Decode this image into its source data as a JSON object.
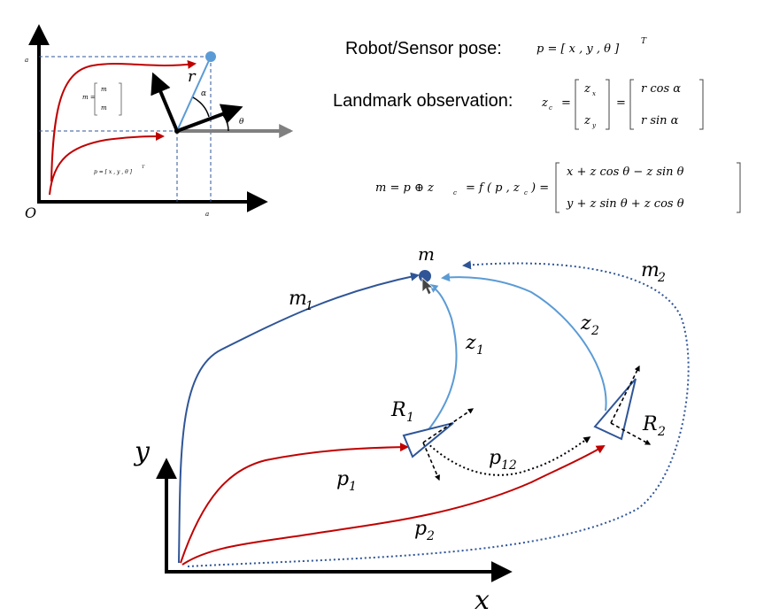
{
  "inset": {
    "origin": "O",
    "ay_tick": "a",
    "ax_tick": "a",
    "r": "r",
    "alpha": "α",
    "theta": "θ",
    "m_eq": "m =",
    "m_x": "m",
    "m_y": "m",
    "p_eq": "p = [ x , y , θ ]",
    "p_sup": "T"
  },
  "equations": {
    "pose_label": "Robot/Sensor pose:",
    "pose_eq": "p = [ x , y , θ ]",
    "pose_sup": "T",
    "obs_label": "Landmark observation:",
    "obs_lhs": "z",
    "obs_lhs_sub": "c",
    "obs_eq": "=",
    "obs_vec_top": "z",
    "obs_vec_top_sub": "x",
    "obs_vec_bot": "z",
    "obs_vec_bot_sub": "y",
    "obs_eq2": "=",
    "obs_res_top": "r cos  α",
    "obs_res_bot": "r sin  α",
    "comp_lhs": "m  =  p ⊕ z",
    "comp_lhs_sub": "c",
    "comp_mid": "= f ( p , z",
    "comp_mid_sub": "c",
    "comp_mid_end": ") =",
    "comp_top": "x + z  cos  θ − z  sin  θ",
    "comp_bot": "y + z  sin  θ + z  cos  θ"
  },
  "main": {
    "m": "m",
    "m1": "m",
    "m1_sub": "1",
    "m2": "m",
    "m2_sub": "2",
    "z1": "z",
    "z1_sub": "1",
    "z2": "z",
    "z2_sub": "2",
    "R1": "R",
    "R1_sub": "1",
    "R2": "R",
    "R2_sub": "2",
    "p1": "p",
    "p1_sub": "1",
    "p2": "p",
    "p2_sub": "2",
    "p12": "p",
    "p12_sub": "12",
    "y_axis": "y",
    "x_axis": "x"
  },
  "colors": {
    "red": "#c00000",
    "dark_blue": "#2f5597",
    "light_blue": "#5b9bd5",
    "gray": "#808080",
    "black": "#000000"
  }
}
